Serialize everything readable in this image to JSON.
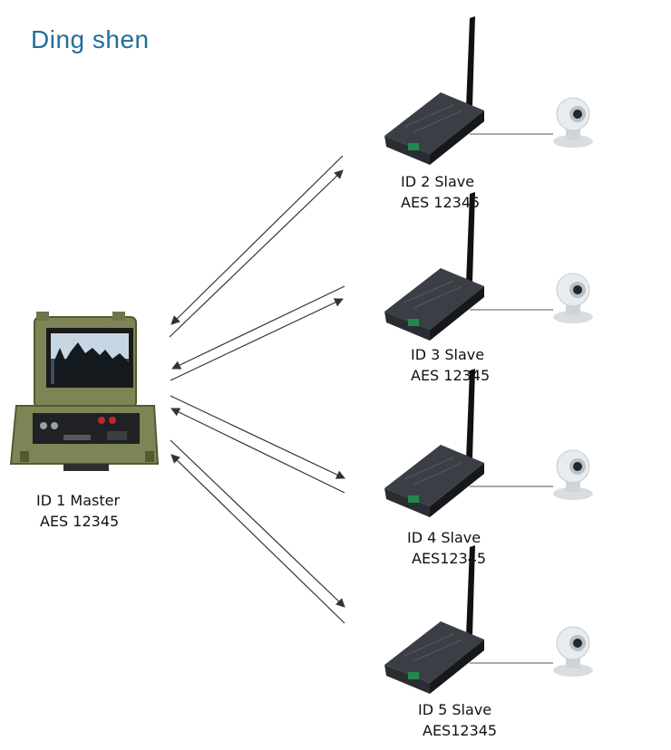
{
  "logo": {
    "text": "Ding shen",
    "color": "#1f6f98"
  },
  "master": {
    "line1": "ID 1 Master",
    "line2": "AES 12345"
  },
  "slaves": [
    {
      "line1": "ID 2 Slave",
      "line2": "AES 12345"
    },
    {
      "line1": "ID 3 Slave",
      "line2": "AES 12345"
    },
    {
      "line1": "ID 4 Slave",
      "line2": "AES12345"
    },
    {
      "line1": "ID 5 Slave",
      "line2": "AES12345"
    }
  ],
  "colors": {
    "arrow": "#333333",
    "master_case": "#7d8456",
    "radio_body": "#2a2d32",
    "camera": "#e9ecef",
    "camera_lens": "#1e2830"
  },
  "icons": {
    "master": "rugged-case-controller-icon",
    "radio": "radio-transceiver-icon",
    "camera": "ip-dome-camera-icon"
  }
}
